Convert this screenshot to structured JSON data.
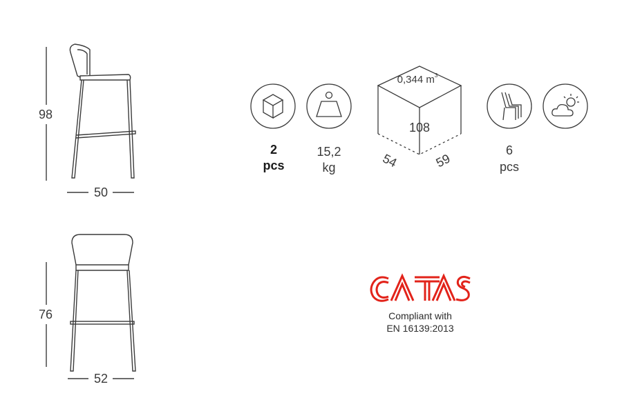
{
  "side_view": {
    "height": "98",
    "width": "50"
  },
  "front_view": {
    "height": "76",
    "width": "52"
  },
  "packaging": {
    "pieces_value": "2",
    "pieces_unit": "pcs",
    "weight_value": "15,2",
    "weight_unit": "kg",
    "box_volume": "0,344 m",
    "box_volume_sup": "3",
    "box_height": "108",
    "box_depth": "54",
    "box_width": "59"
  },
  "stacking": {
    "value": "6",
    "unit": "pcs"
  },
  "certification": {
    "logo_text": "CATAS",
    "line1": "Compliant with",
    "line2": "EN 16139:2013"
  },
  "colors": {
    "line": "#3a3a3a",
    "catas_red": "#e2231a"
  }
}
